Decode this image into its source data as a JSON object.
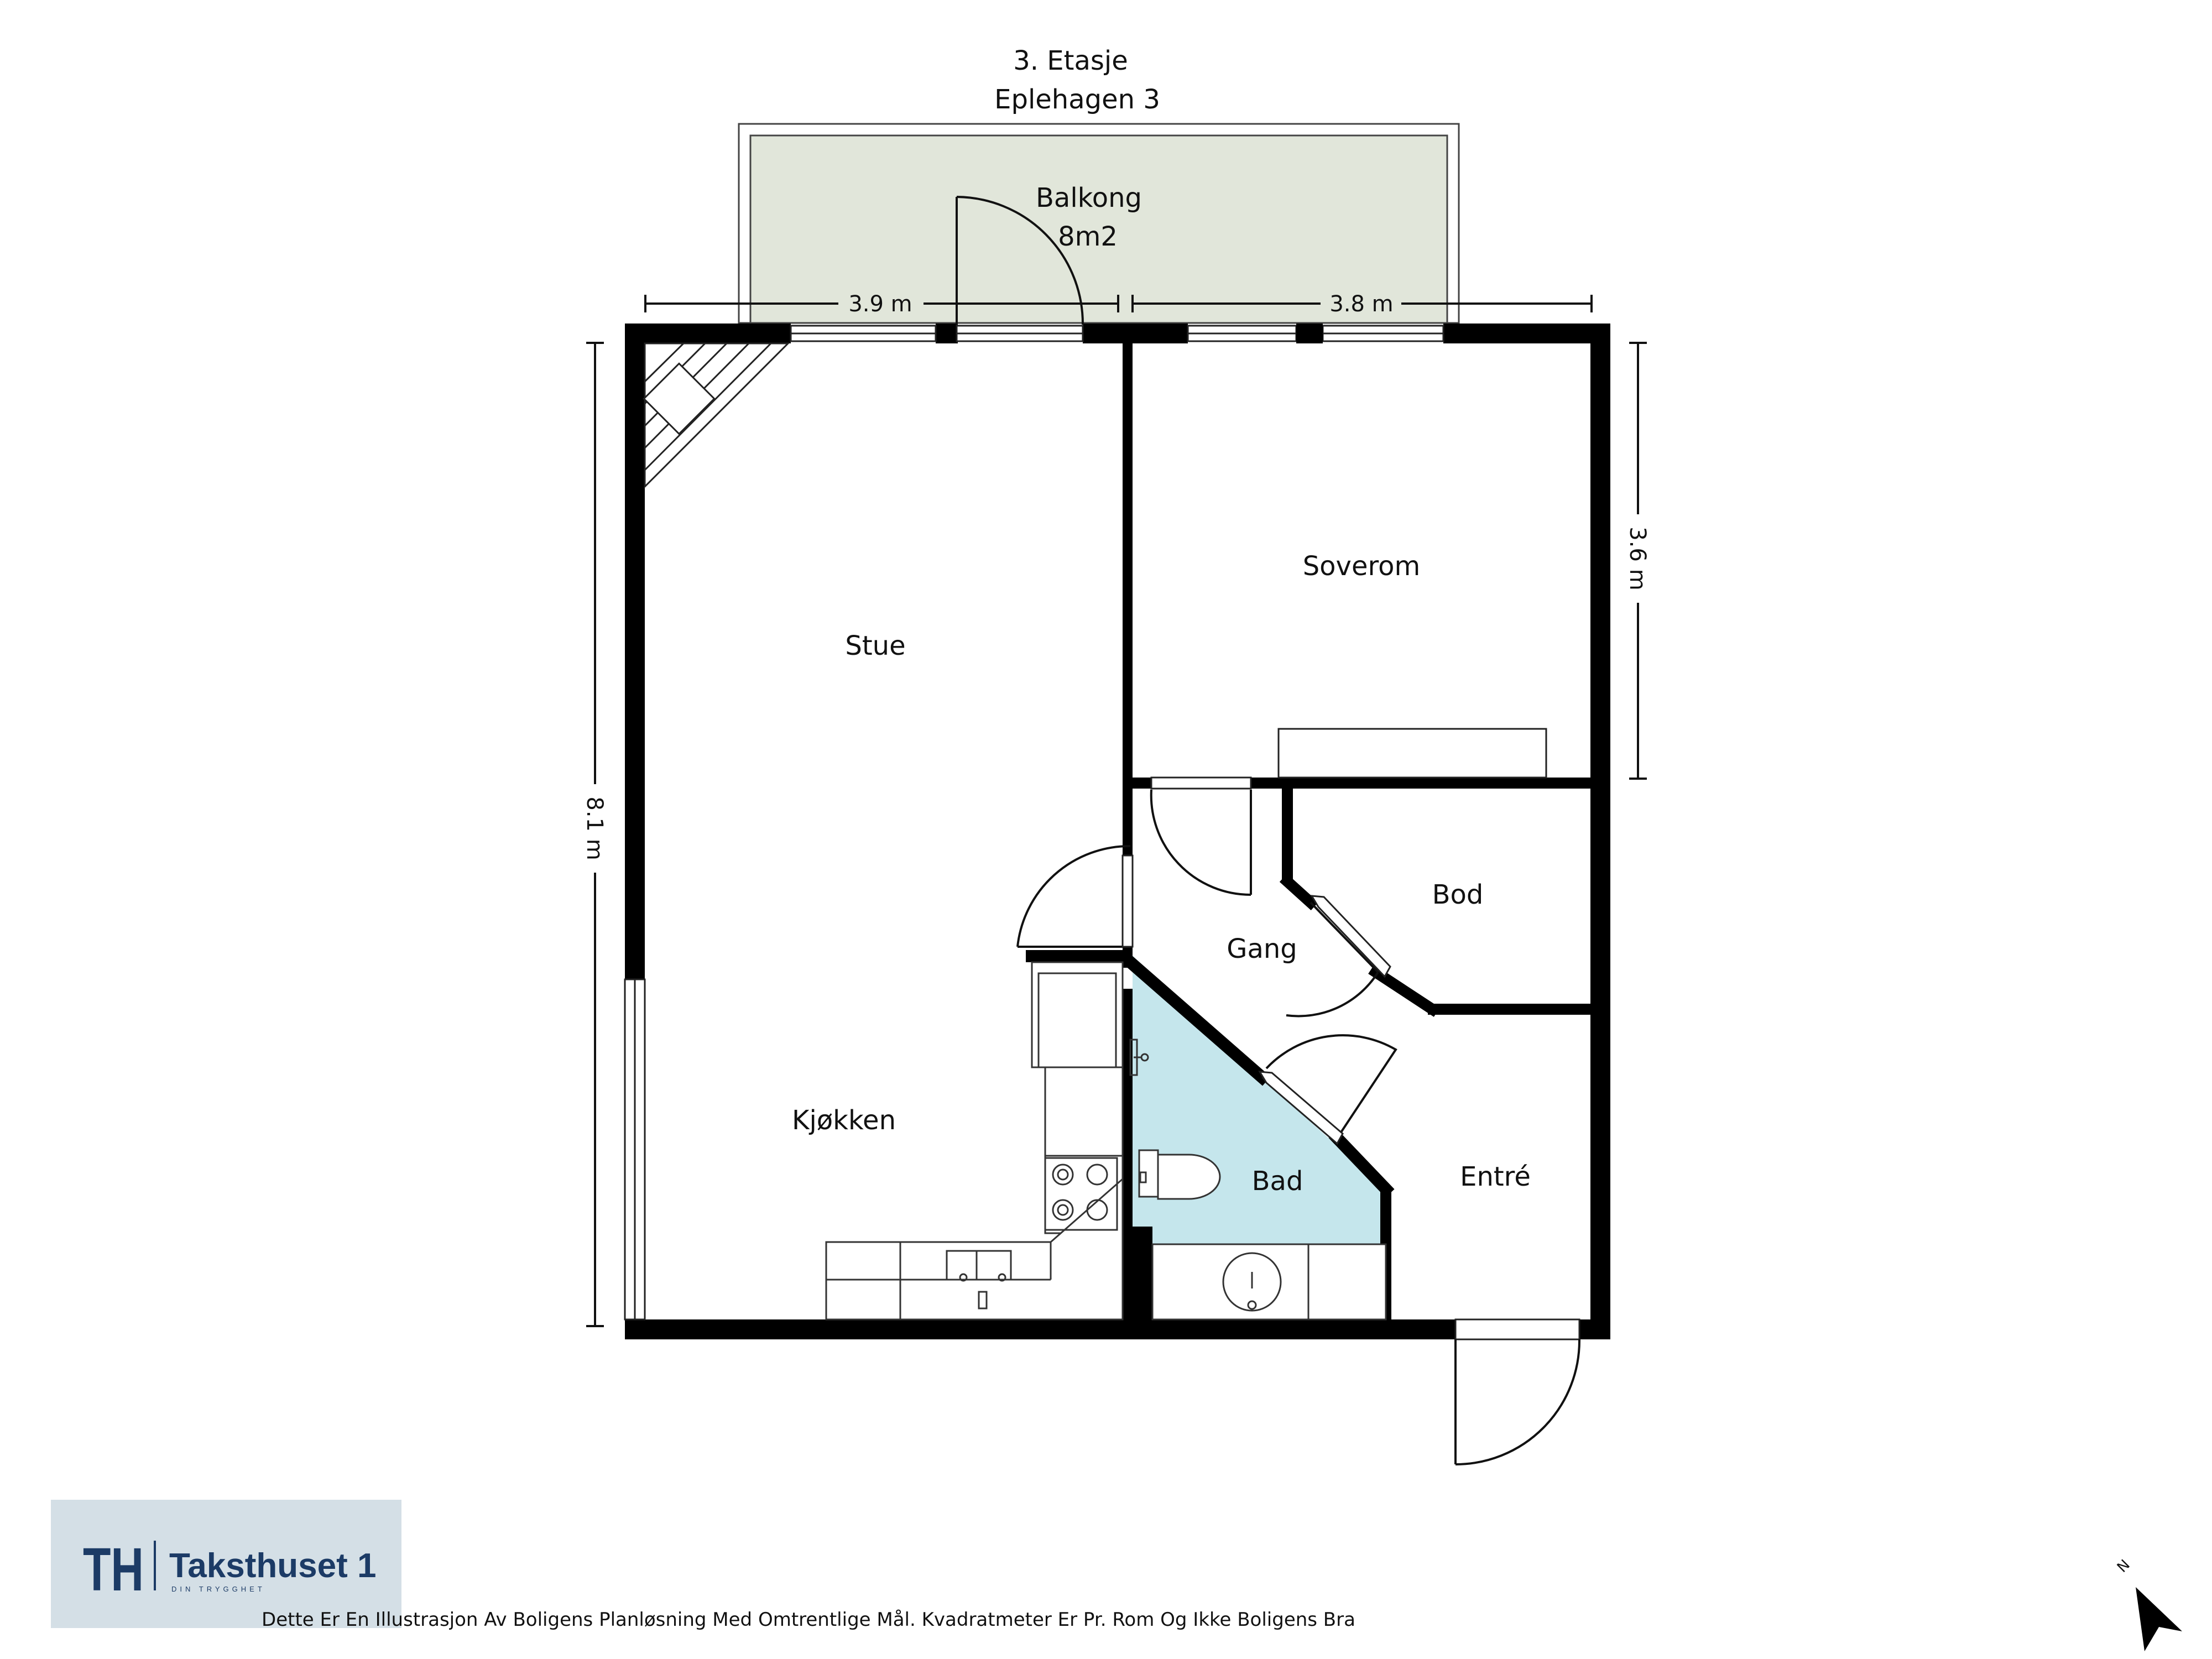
{
  "header": {
    "floor": "3. Etasje",
    "address": "Eplehagen 3"
  },
  "rooms": {
    "balcony": {
      "name": "Balkong",
      "area": "8m2"
    },
    "living": "Stue",
    "bedroom": "Soverom",
    "kitchen": "Kjøkken",
    "hall": "Gang",
    "storage": "Bod",
    "bathroom": "Bad",
    "entrance": "Entré"
  },
  "dimensions": {
    "top_left": "3.9 m",
    "top_right": "3.8 m",
    "left": "8.1 m",
    "right": "3.6 m"
  },
  "logo": {
    "mark": "TH",
    "name": "Taksthuset 1",
    "tagline": "DIN TRYGGHET"
  },
  "compass": {
    "label": "N"
  },
  "disclaimer": "Dette Er En Illustrasjon Av Boligens Planløsning Med Omtrentlige Mål. Kvadratmeter Er Pr. Rom Og Ikke Boligens Bra",
  "colors": {
    "wall": "#000000",
    "balcony_fill": "#e1e6da",
    "bathroom_fill": "#c5e6ec",
    "logo_bg": "#d4dfe6",
    "brand": "#1c3b66"
  }
}
